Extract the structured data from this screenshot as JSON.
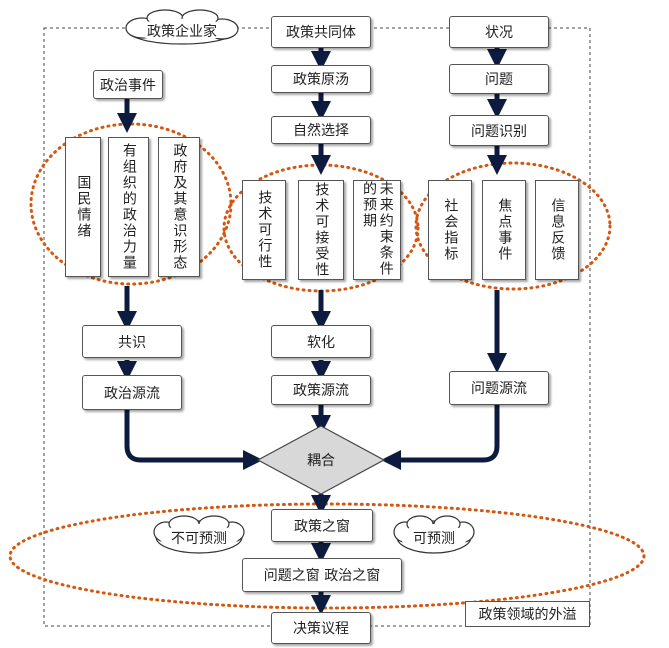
{
  "title_cloud": "政策企业家",
  "columns": {
    "politics": {
      "event": "政治事件",
      "factors": [
        "国民情绪",
        "有组织的政治力量",
        "政府及其意识形态"
      ],
      "consensus": "共识",
      "stream": "政治源流"
    },
    "policy": {
      "community": "政策共同体",
      "primeval_soup": "政策原汤",
      "natural_selection": "自然选择",
      "factors": [
        "技术可行性",
        "技术可接受性",
        "未来约束条件的预期"
      ],
      "softening": "软化",
      "stream": "政策源流"
    },
    "problem": {
      "situation": "状况",
      "problem": "问题",
      "identification": "问题识别",
      "factors": [
        "社会指标",
        "焦点事件",
        "信息反馈"
      ],
      "stream": "问题源流"
    }
  },
  "coupling": "耦合",
  "window": {
    "policy_window": "政策之窗",
    "sub_windows": "问题之窗  政治之窗",
    "unpredictable": "不可预测",
    "predictable": "可预测"
  },
  "spillover": "政策领域的外溢",
  "agenda": "决策议程",
  "colors": {
    "dotted_ellipse": "#d4560f",
    "arrow": "#0d1b3e",
    "diamond": "#d8d8d8"
  }
}
